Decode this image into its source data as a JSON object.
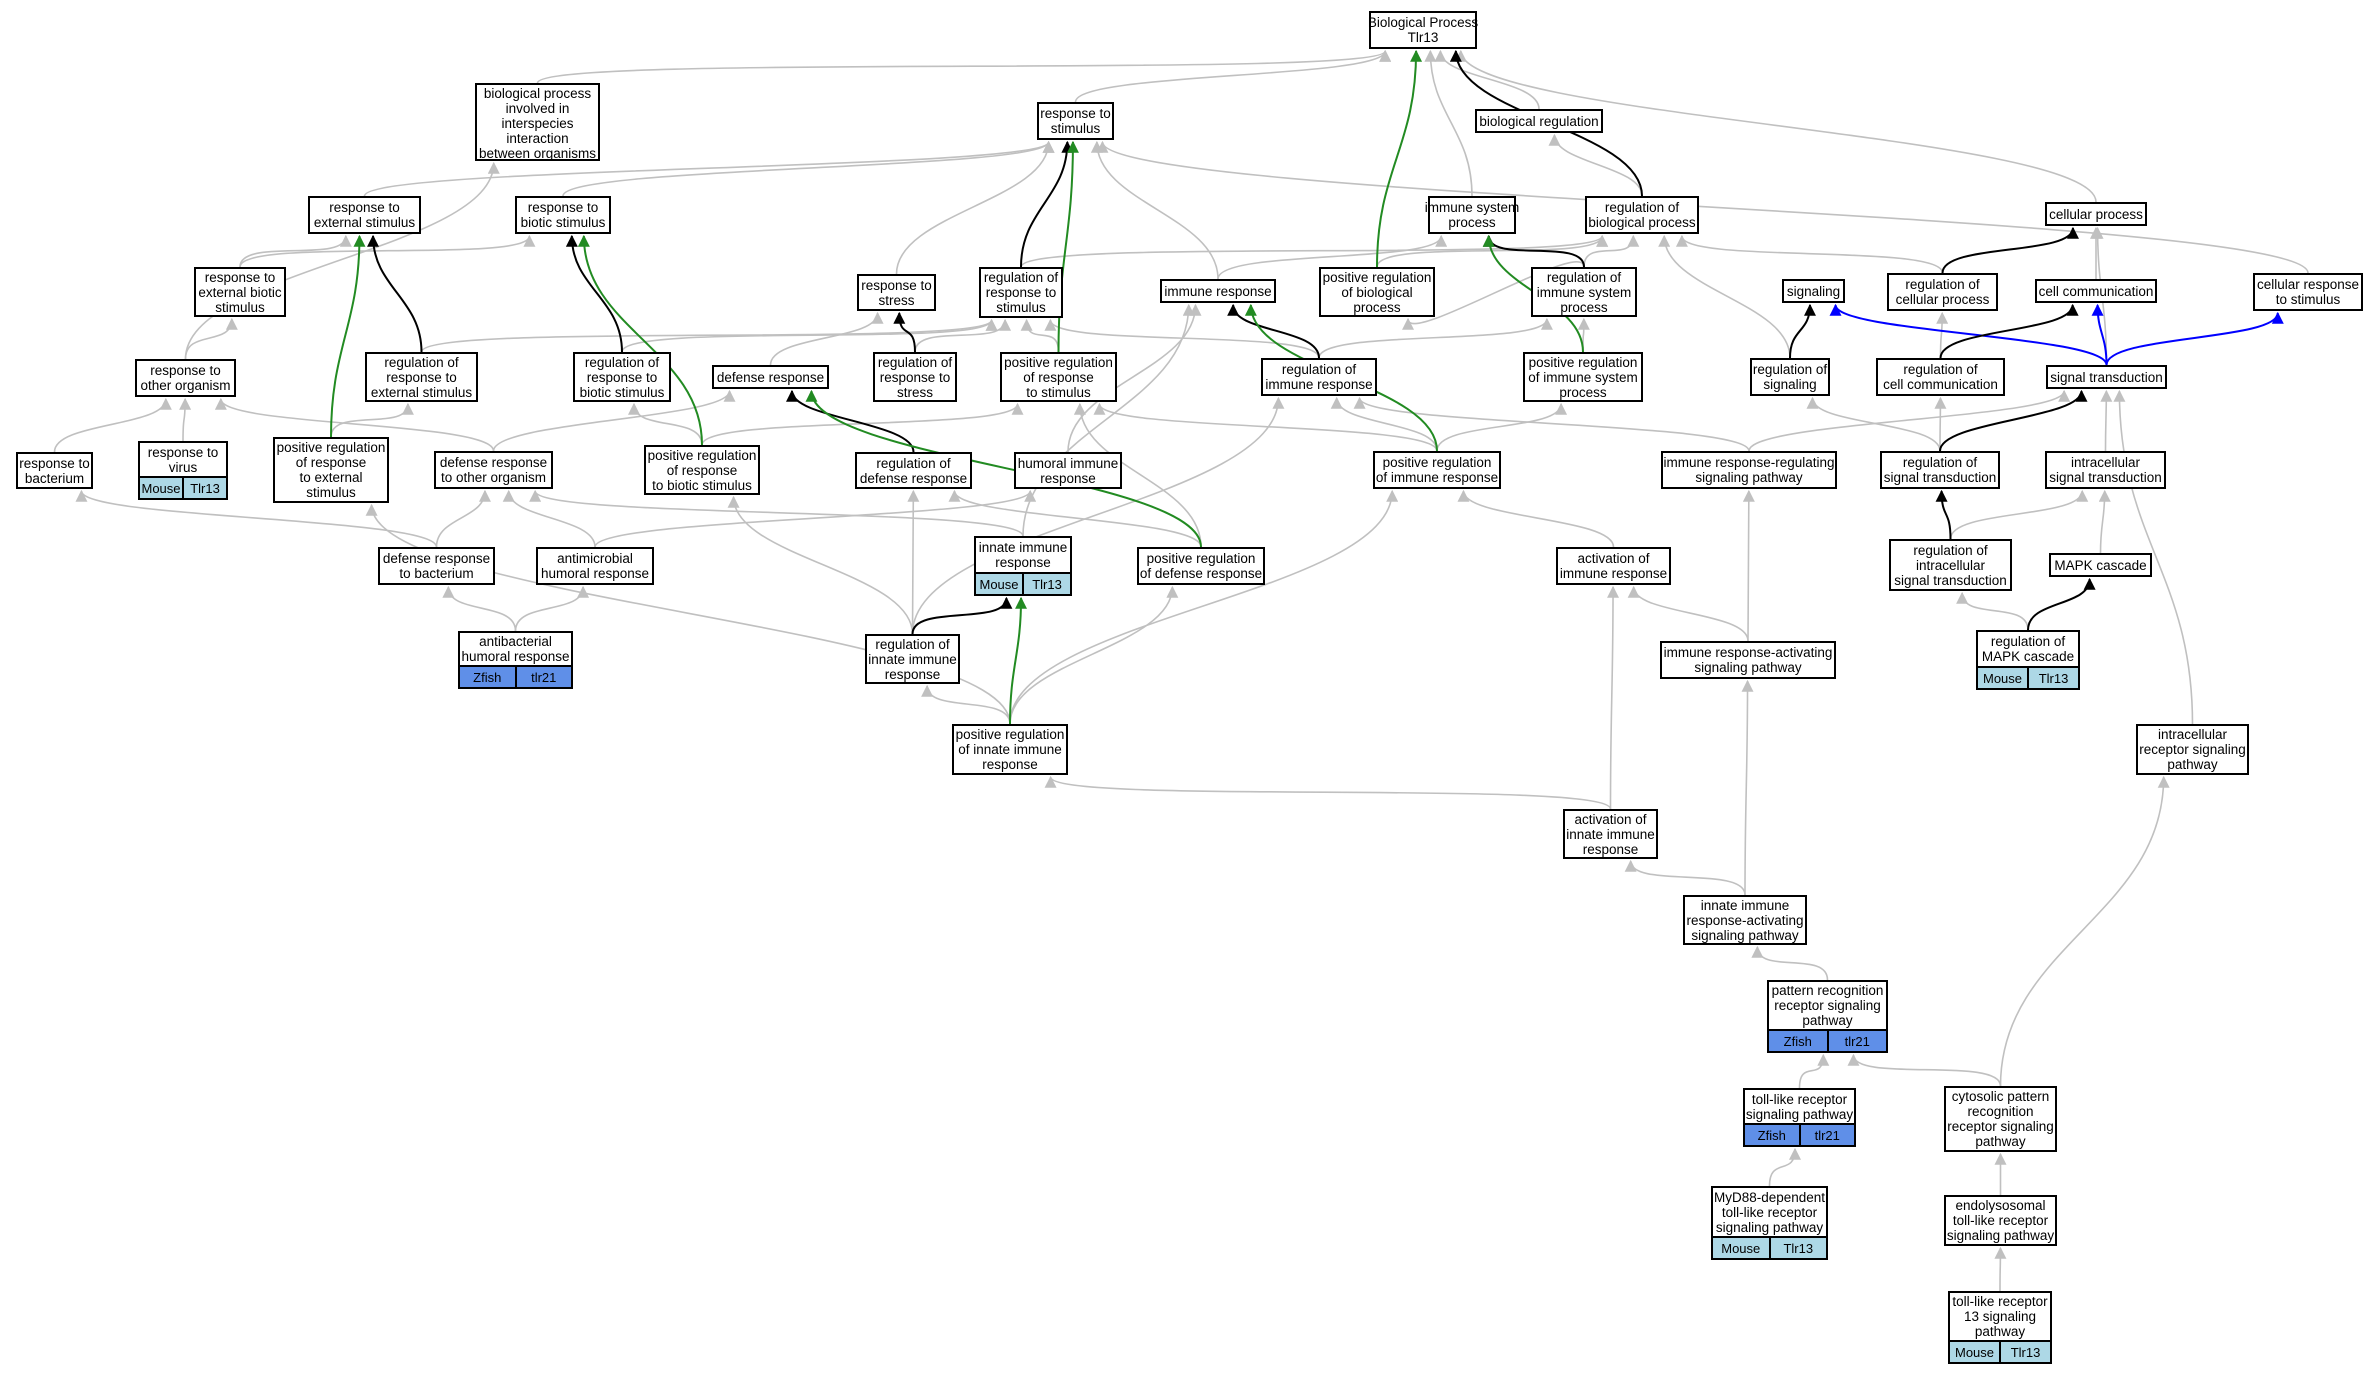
{
  "nodes": {
    "n_bp": {
      "lines": [
        "Biological Process",
        "Tlr13"
      ]
    },
    "n_bpinv": {
      "lines": [
        "biological process",
        "involved in",
        "interspecies",
        "interaction",
        "between organisms"
      ]
    },
    "n_rs": {
      "lines": [
        "response to",
        "stimulus"
      ]
    },
    "n_breg": {
      "lines": [
        "biological regulation"
      ]
    },
    "n_res_ext": {
      "lines": [
        "response to",
        "external stimulus"
      ]
    },
    "n_res_bio": {
      "lines": [
        "response to",
        "biotic stimulus"
      ]
    },
    "n_isp": {
      "lines": [
        "immune system",
        "process"
      ]
    },
    "n_regbp": {
      "lines": [
        "regulation of",
        "biological process"
      ]
    },
    "n_cellp": {
      "lines": [
        "cellular process"
      ]
    },
    "n_res_extbio": {
      "lines": [
        "response to",
        "external biotic",
        "stimulus"
      ]
    },
    "n_stress": {
      "lines": [
        "response to",
        "stress"
      ]
    },
    "n_regrs": {
      "lines": [
        "regulation of",
        "response to",
        "stimulus"
      ]
    },
    "n_imres": {
      "lines": [
        "immune response"
      ]
    },
    "n_posregbp": {
      "lines": [
        "positive regulation",
        "of biological",
        "process"
      ]
    },
    "n_regisp": {
      "lines": [
        "regulation of",
        "immune system",
        "process"
      ]
    },
    "n_signaling": {
      "lines": [
        "signaling"
      ]
    },
    "n_regcellp": {
      "lines": [
        "regulation of",
        "cellular process"
      ]
    },
    "n_cellcomm": {
      "lines": [
        "cell communication"
      ]
    },
    "n_cellres": {
      "lines": [
        "cellular response",
        "to stimulus"
      ]
    },
    "n_res_other": {
      "lines": [
        "response to",
        "other organism"
      ]
    },
    "n_regres_ext": {
      "lines": [
        "regulation of",
        "response to",
        "external stimulus"
      ]
    },
    "n_regres_bio": {
      "lines": [
        "regulation of",
        "response to",
        "biotic stimulus"
      ]
    },
    "n_defres": {
      "lines": [
        "defense response"
      ]
    },
    "n_regstress": {
      "lines": [
        "regulation of",
        "response to",
        "stress"
      ]
    },
    "n_posregrs": {
      "lines": [
        "positive regulation",
        "of response",
        "to stimulus"
      ]
    },
    "n_regimres": {
      "lines": [
        "regulation of",
        "immune response"
      ]
    },
    "n_posregisp": {
      "lines": [
        "positive regulation",
        "of immune system",
        "process"
      ]
    },
    "n_regsig": {
      "lines": [
        "regulation of",
        "signaling"
      ]
    },
    "n_regcc": {
      "lines": [
        "regulation of",
        "cell communication"
      ]
    },
    "n_sigtrans": {
      "lines": [
        "signal transduction"
      ]
    },
    "n_res_bact": {
      "lines": [
        "response to",
        "bacterium"
      ]
    },
    "n_res_virus": {
      "lines": [
        "response to",
        "virus"
      ],
      "tags": [
        {
          "label": "Mouse",
          "kind": "mouse"
        },
        {
          "label": "Tlr13",
          "kind": "mouse"
        }
      ]
    },
    "n_posregres_ext": {
      "lines": [
        "positive regulation",
        "of response",
        "to external",
        "stimulus"
      ]
    },
    "n_def_other": {
      "lines": [
        "defense response",
        "to other organism"
      ]
    },
    "n_posregres_bio": {
      "lines": [
        "positive regulation",
        "of response",
        "to biotic stimulus"
      ]
    },
    "n_regdef": {
      "lines": [
        "regulation of",
        "defense response"
      ]
    },
    "n_humimm": {
      "lines": [
        "humoral immune",
        "response"
      ]
    },
    "n_posregimres": {
      "lines": [
        "positive regulation",
        "of immune response"
      ]
    },
    "n_imrsp": {
      "lines": [
        "immune response-regulating",
        "signaling pathway"
      ]
    },
    "n_regst": {
      "lines": [
        "regulation of",
        "signal transduction"
      ]
    },
    "n_intrasig": {
      "lines": [
        "intracellular",
        "signal transduction"
      ]
    },
    "n_def_bact": {
      "lines": [
        "defense response",
        "to bacterium"
      ]
    },
    "n_antimic": {
      "lines": [
        "antimicrobial",
        "humoral response"
      ]
    },
    "n_innimm": {
      "lines": [
        "innate immune",
        "response"
      ],
      "tags": [
        {
          "label": "Mouse",
          "kind": "mouse"
        },
        {
          "label": "Tlr13",
          "kind": "mouse"
        }
      ]
    },
    "n_posregdef": {
      "lines": [
        "positive regulation",
        "of defense response"
      ]
    },
    "n_actimres": {
      "lines": [
        "activation of",
        "immune response"
      ]
    },
    "n_regist": {
      "lines": [
        "regulation of",
        "intracellular",
        "signal transduction"
      ]
    },
    "n_mapk": {
      "lines": [
        "MAPK cascade"
      ]
    },
    "n_antibact": {
      "lines": [
        "antibacterial",
        "humoral response"
      ],
      "tags": [
        {
          "label": "Zfish",
          "kind": "zfish"
        },
        {
          "label": "tlr21",
          "kind": "zfish"
        }
      ]
    },
    "n_reginn": {
      "lines": [
        "regulation of",
        "innate immune",
        "response"
      ]
    },
    "n_imrasp": {
      "lines": [
        "immune response-activating",
        "signaling pathway"
      ]
    },
    "n_regmapk": {
      "lines": [
        "regulation of",
        "MAPK cascade"
      ],
      "tags": [
        {
          "label": "Mouse",
          "kind": "mouse"
        },
        {
          "label": "Tlr13",
          "kind": "mouse"
        }
      ]
    },
    "n_posreginn": {
      "lines": [
        "positive regulation",
        "of innate immune",
        "response"
      ]
    },
    "n_intrarec": {
      "lines": [
        "intracellular",
        "receptor signaling",
        "pathway"
      ]
    },
    "n_actinn": {
      "lines": [
        "activation of",
        "innate immune",
        "response"
      ]
    },
    "n_innrasp": {
      "lines": [
        "innate immune",
        "response-activating",
        "signaling pathway"
      ]
    },
    "n_prr": {
      "lines": [
        "pattern recognition",
        "receptor signaling",
        "pathway"
      ],
      "tags": [
        {
          "label": "Zfish",
          "kind": "zfish"
        },
        {
          "label": "tlr21",
          "kind": "zfish"
        }
      ]
    },
    "n_tlr": {
      "lines": [
        "toll-like receptor",
        "signaling pathway"
      ],
      "tags": [
        {
          "label": "Zfish",
          "kind": "zfish"
        },
        {
          "label": "tlr21",
          "kind": "zfish"
        }
      ]
    },
    "n_cytprr": {
      "lines": [
        "cytosolic pattern",
        "recognition",
        "receptor signaling",
        "pathway"
      ]
    },
    "n_myd88": {
      "lines": [
        "MyD88-dependent",
        "toll-like receptor",
        "signaling pathway"
      ],
      "tags": [
        {
          "label": "Mouse",
          "kind": "mouse"
        },
        {
          "label": "Tlr13",
          "kind": "mouse"
        }
      ]
    },
    "n_endo": {
      "lines": [
        "endolysosomal",
        "toll-like receptor",
        "signaling pathway"
      ]
    },
    "n_tlr13": {
      "lines": [
        "toll-like receptor",
        "13 signaling",
        "pathway"
      ],
      "tags": [
        {
          "label": "Mouse",
          "kind": "mouse"
        },
        {
          "label": "Tlr13",
          "kind": "mouse"
        }
      ]
    }
  },
  "edges": [
    [
      "n_bpinv",
      "n_bp",
      "gray"
    ],
    [
      "n_rs",
      "n_bp",
      "gray"
    ],
    [
      "n_breg",
      "n_bp",
      "gray"
    ],
    [
      "n_isp",
      "n_bp",
      "gray"
    ],
    [
      "n_regbp",
      "n_bp",
      "black"
    ],
    [
      "n_posregbp",
      "n_bp",
      "green"
    ],
    [
      "n_cellp",
      "n_bp",
      "gray"
    ],
    [
      "n_res_ext",
      "n_rs",
      "gray"
    ],
    [
      "n_res_bio",
      "n_rs",
      "gray"
    ],
    [
      "n_stress",
      "n_rs",
      "gray"
    ],
    [
      "n_regrs",
      "n_rs",
      "black"
    ],
    [
      "n_posregrs",
      "n_rs",
      "green"
    ],
    [
      "n_imres",
      "n_rs",
      "gray"
    ],
    [
      "n_cellres",
      "n_rs",
      "gray"
    ],
    [
      "n_regbp",
      "n_breg",
      "gray"
    ],
    [
      "n_res_other",
      "n_bpinv",
      "gray"
    ],
    [
      "n_res_extbio",
      "n_res_ext",
      "gray"
    ],
    [
      "n_res_extbio",
      "n_res_bio",
      "gray"
    ],
    [
      "n_regres_ext",
      "n_res_ext",
      "black"
    ],
    [
      "n_posregres_ext",
      "n_res_ext",
      "green"
    ],
    [
      "n_regres_bio",
      "n_res_bio",
      "black"
    ],
    [
      "n_posregres_bio",
      "n_res_bio",
      "green"
    ],
    [
      "n_imres",
      "n_isp",
      "gray"
    ],
    [
      "n_regisp",
      "n_isp",
      "black"
    ],
    [
      "n_posregisp",
      "n_isp",
      "green"
    ],
    [
      "n_regrs",
      "n_regbp",
      "gray"
    ],
    [
      "n_regisp",
      "n_regbp",
      "gray"
    ],
    [
      "n_regsig",
      "n_regbp",
      "gray"
    ],
    [
      "n_regcellp",
      "n_regbp",
      "gray"
    ],
    [
      "n_posregbp",
      "n_regbp",
      "gray"
    ],
    [
      "n_regcellp",
      "n_cellp",
      "black"
    ],
    [
      "n_cellcomm",
      "n_cellp",
      "gray"
    ],
    [
      "n_sigtrans",
      "n_cellp",
      "gray"
    ],
    [
      "n_regisp",
      "n_posregbp",
      "gray"
    ],
    [
      "n_res_other",
      "n_res_extbio",
      "gray"
    ],
    [
      "n_res_bact",
      "n_res_other",
      "gray"
    ],
    [
      "n_res_virus",
      "n_res_other",
      "gray"
    ],
    [
      "n_def_other",
      "n_res_other",
      "gray"
    ],
    [
      "n_defres",
      "n_stress",
      "gray"
    ],
    [
      "n_regstress",
      "n_stress",
      "black"
    ],
    [
      "n_regres_ext",
      "n_regrs",
      "gray"
    ],
    [
      "n_regres_bio",
      "n_regrs",
      "gray"
    ],
    [
      "n_posregrs",
      "n_regrs",
      "gray"
    ],
    [
      "n_regimres",
      "n_regrs",
      "gray"
    ],
    [
      "n_regstress",
      "n_regrs",
      "gray"
    ],
    [
      "n_regimres",
      "n_imres",
      "black"
    ],
    [
      "n_posregimres",
      "n_imres",
      "green"
    ],
    [
      "n_humimm",
      "n_imres",
      "gray"
    ],
    [
      "n_innimm",
      "n_imres",
      "gray"
    ],
    [
      "n_regimres",
      "n_regisp",
      "gray"
    ],
    [
      "n_posregisp",
      "n_regisp",
      "gray"
    ],
    [
      "n_posregimres",
      "n_posregisp",
      "gray"
    ],
    [
      "n_regsig",
      "n_signaling",
      "black"
    ],
    [
      "n_sigtrans",
      "n_signaling",
      "blue"
    ],
    [
      "n_regcc",
      "n_cellcomm",
      "black"
    ],
    [
      "n_sigtrans",
      "n_cellcomm",
      "blue"
    ],
    [
      "n_sigtrans",
      "n_cellres",
      "blue"
    ],
    [
      "n_regcc",
      "n_regcellp",
      "gray"
    ],
    [
      "n_regst",
      "n_regsig",
      "gray"
    ],
    [
      "n_regst",
      "n_regcc",
      "gray"
    ],
    [
      "n_regst",
      "n_sigtrans",
      "black"
    ],
    [
      "n_intrasig",
      "n_sigtrans",
      "gray"
    ],
    [
      "n_imrsp",
      "n_sigtrans",
      "gray"
    ],
    [
      "n_intrarec",
      "n_sigtrans",
      "gray"
    ],
    [
      "n_posregres_ext",
      "n_regres_ext",
      "gray"
    ],
    [
      "n_posregres_bio",
      "n_regres_bio",
      "gray"
    ],
    [
      "n_def_other",
      "n_defres",
      "gray"
    ],
    [
      "n_regdef",
      "n_defres",
      "black"
    ],
    [
      "n_posregdef",
      "n_defres",
      "green"
    ],
    [
      "n_posregres_bio",
      "n_posregrs",
      "gray"
    ],
    [
      "n_posregdef",
      "n_posregrs",
      "gray"
    ],
    [
      "n_posregimres",
      "n_posregrs",
      "gray"
    ],
    [
      "n_posregimres",
      "n_regimres",
      "gray"
    ],
    [
      "n_reginn",
      "n_regimres",
      "gray"
    ],
    [
      "n_imrsp",
      "n_regimres",
      "gray"
    ],
    [
      "n_def_bact",
      "n_res_bact",
      "gray"
    ],
    [
      "n_posreginn",
      "n_posregres_ext",
      "gray"
    ],
    [
      "n_def_bact",
      "n_def_other",
      "gray"
    ],
    [
      "n_antimic",
      "n_def_other",
      "gray"
    ],
    [
      "n_innimm",
      "n_def_other",
      "gray"
    ],
    [
      "n_reginn",
      "n_posregres_bio",
      "gray"
    ],
    [
      "n_reginn",
      "n_regdef",
      "gray"
    ],
    [
      "n_posregdef",
      "n_regdef",
      "gray"
    ],
    [
      "n_antimic",
      "n_humimm",
      "gray"
    ],
    [
      "n_posreginn",
      "n_posregimres",
      "gray"
    ],
    [
      "n_actimres",
      "n_posregimres",
      "gray"
    ],
    [
      "n_imrasp",
      "n_imrsp",
      "gray"
    ],
    [
      "n_regist",
      "n_regst",
      "black"
    ],
    [
      "n_regist",
      "n_intrasig",
      "gray"
    ],
    [
      "n_mapk",
      "n_intrasig",
      "gray"
    ],
    [
      "n_antibact",
      "n_def_bact",
      "gray"
    ],
    [
      "n_antibact",
      "n_antimic",
      "gray"
    ],
    [
      "n_reginn",
      "n_innimm",
      "black"
    ],
    [
      "n_posreginn",
      "n_innimm",
      "green"
    ],
    [
      "n_posreginn",
      "n_posregdef",
      "gray"
    ],
    [
      "n_imrasp",
      "n_actimres",
      "gray"
    ],
    [
      "n_actinn",
      "n_actimres",
      "gray"
    ],
    [
      "n_regmapk",
      "n_regist",
      "gray"
    ],
    [
      "n_regmapk",
      "n_mapk",
      "black"
    ],
    [
      "n_posreginn",
      "n_reginn",
      "gray"
    ],
    [
      "n_actinn",
      "n_posreginn",
      "gray"
    ],
    [
      "n_innrasp",
      "n_imrasp",
      "gray"
    ],
    [
      "n_innrasp",
      "n_actinn",
      "gray"
    ],
    [
      "n_prr",
      "n_innrasp",
      "gray"
    ],
    [
      "n_tlr",
      "n_prr",
      "gray"
    ],
    [
      "n_cytprr",
      "n_prr",
      "gray"
    ],
    [
      "n_cytprr",
      "n_intrarec",
      "gray"
    ],
    [
      "n_myd88",
      "n_tlr",
      "gray"
    ],
    [
      "n_endo",
      "n_cytprr",
      "gray"
    ],
    [
      "n_tlr13",
      "n_endo",
      "gray"
    ]
  ],
  "edge_colors": {
    "gray": "#c0c0c0",
    "black": "#000000",
    "green": "#228b22",
    "blue": "#0000ff"
  },
  "tag_colors": {
    "mouse": "#add8e6",
    "zfish": "#5f8fe8"
  }
}
